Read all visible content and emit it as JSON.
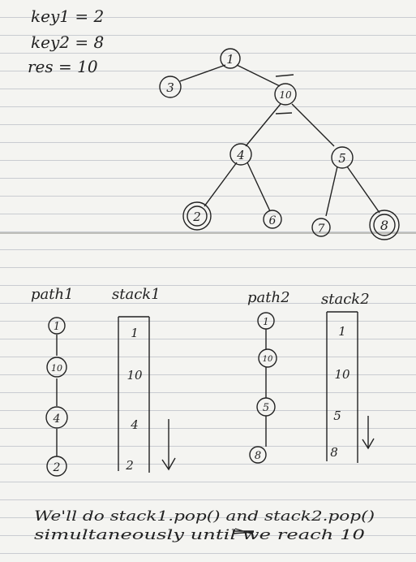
{
  "notes": {
    "key1": "key1 = 2",
    "key2": "key2 = 8",
    "res": "res = 10"
  },
  "tree": {
    "root": "1",
    "left_of_root": "3",
    "right_of_root": "10",
    "left_of_10": "4",
    "right_of_10": "5",
    "left_of_4": "2",
    "right_of_4": "6",
    "left_of_5": "7",
    "right_of_5": "8"
  },
  "paths": {
    "path1_label": "path1",
    "stack1_label": "stack1",
    "path2_label": "path2",
    "stack2_label": "stack2",
    "path1_nodes": [
      "1",
      "10",
      "4",
      "2"
    ],
    "stack1_values": [
      "1",
      "10",
      "4",
      "2"
    ],
    "path2_nodes": [
      "1",
      "10",
      "5",
      "8"
    ],
    "stack2_values": [
      "1",
      "10",
      "5",
      "8"
    ]
  },
  "caption": {
    "line1": "We'll do  stack1.pop() and stack2.pop()",
    "line2": "simultaneously until      we reach 10"
  }
}
